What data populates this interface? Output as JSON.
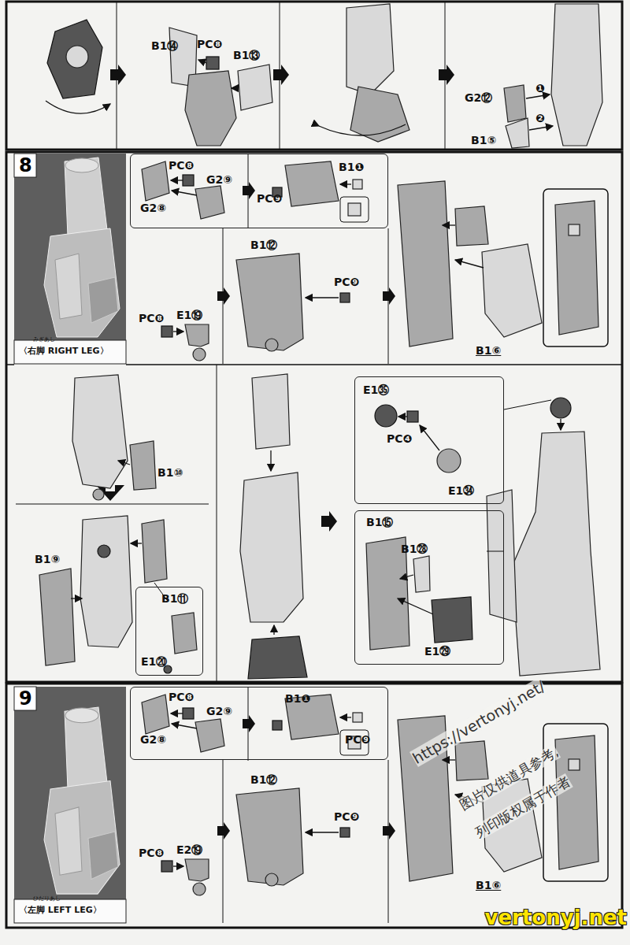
{
  "diagram": {
    "nodes": [
      {
        "text": [
          "8",
          "みぎあし",
          "〈右脚 RIGHT LEG〉"
        ]
      },
      {
        "text": [
          "PC❽",
          "G2⑨",
          "G2⑧",
          "PC❾",
          "B1❶"
        ]
      },
      {
        "text": [
          "B1⑪",
          "E1⑳"
        ]
      },
      {
        "text": [
          "E1㉟",
          "PC❹",
          "E1㉞"
        ]
      },
      {
        "text": [
          "B1⑮",
          "B1㉘",
          "E1㉙"
        ]
      },
      {
        "text": [
          "9",
          "ひだりあし",
          "〈左脚 LEFT LEG〉"
        ]
      },
      {
        "text": [
          "PC❽",
          "G2⑨",
          "G2⑧",
          "B1❶",
          "PC❾"
        ]
      }
    ],
    "labels": [
      "B1⑭",
      "PC❽",
      "B1⑬",
      "G2⑫",
      "❶",
      "❷",
      "B1⑤",
      "PC❽",
      "E1⑲",
      "B1⑫",
      "PC❾",
      "B1⑥",
      "B1⑩",
      "B1⑨",
      "PC❽",
      "E2⑲",
      "B1⑫",
      "PC❾",
      "B1⑥",
      "https://vertonyj.net/",
      "图片仅供道具参考,",
      "列印版权属于作者",
      "vertonyj.net"
    ]
  }
}
